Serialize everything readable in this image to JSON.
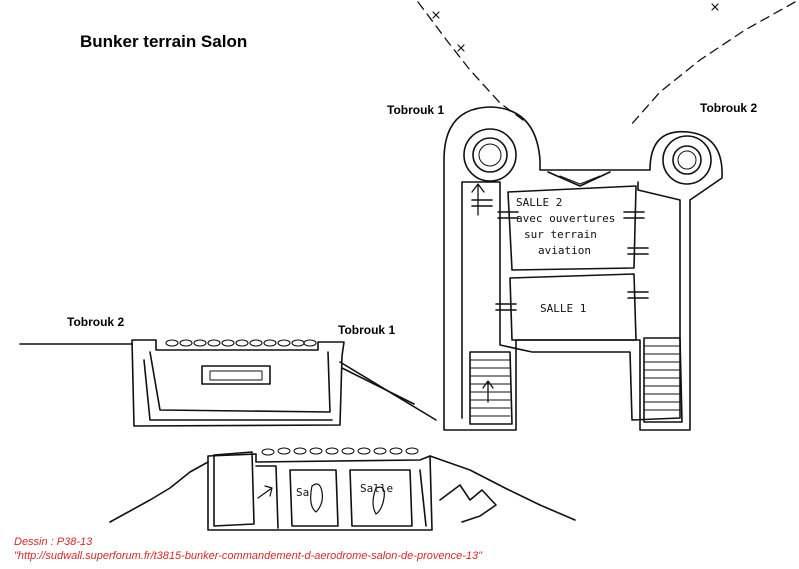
{
  "title": "Bunker terrain Salon",
  "labels": {
    "plan_tobrouk_1": "Tobrouk 1",
    "plan_tobrouk_2": "Tobrouk 2",
    "side_tobrouk_2": "Tobrouk 2",
    "side_tobrouk_1": "Tobrouk 1"
  },
  "rooms": {
    "salle_2_lines": [
      "SALLE 2",
      "avec ouvertures",
      "sur terrain",
      "aviation"
    ],
    "salle_1": "SALLE 1"
  },
  "credit": {
    "author": "Dessin : P38-13",
    "url": "\"http://sudwall.superforum.fr/t3815-bunker-commandement-d-aerodrome-salon-de-provence-13\""
  },
  "colors": {
    "ink": "#111111",
    "credit_text": "#d02a2a"
  }
}
